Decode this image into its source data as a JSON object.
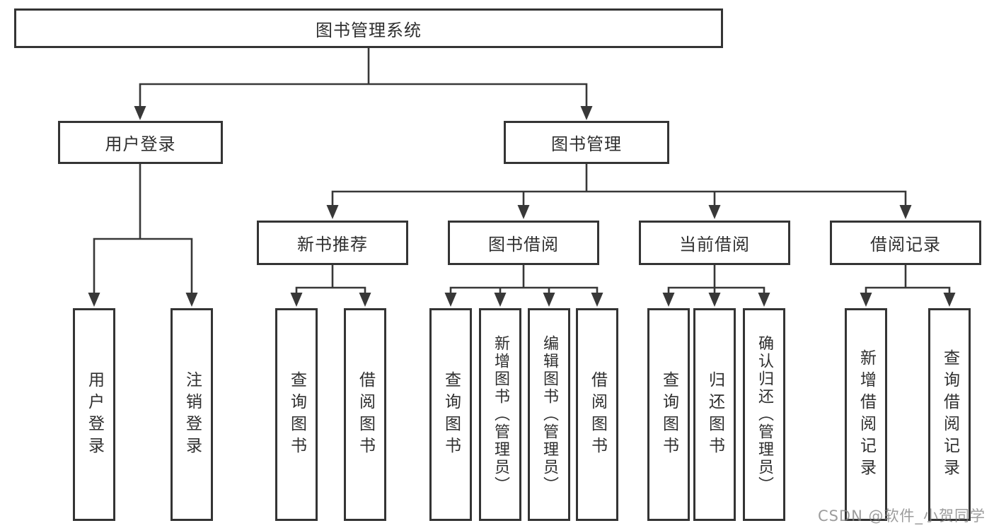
{
  "diagram_type": "hierarchy-tree",
  "hierarchy": {
    "label": "图书管理系统",
    "children": [
      {
        "label": "用户登录",
        "children": [
          {
            "label": "用户登录"
          },
          {
            "label": "注销登录"
          }
        ]
      },
      {
        "label": "图书管理",
        "children": [
          {
            "label": "新书推荐",
            "children": [
              {
                "label": "查询图书"
              },
              {
                "label": "借阅图书"
              }
            ]
          },
          {
            "label": "图书借阅",
            "children": [
              {
                "label": "查询图书"
              },
              {
                "label": "新增图书（管理员）"
              },
              {
                "label": "编辑图书（管理员）"
              },
              {
                "label": "借阅图书"
              }
            ]
          },
          {
            "label": "当前借阅",
            "children": [
              {
                "label": "查询图书"
              },
              {
                "label": "归还图书"
              },
              {
                "label": "确认归还（管理员）"
              }
            ]
          },
          {
            "label": "借阅记录",
            "children": [
              {
                "label": "新增借阅记录"
              },
              {
                "label": "查询借阅记录"
              }
            ]
          }
        ]
      }
    ]
  },
  "watermark": {
    "text": "CSDN @软件_小贺同学"
  },
  "colors": {
    "line": "#383838",
    "box_border": "#343434",
    "box_fill": "#ffffff",
    "text": "#2f2f2f",
    "watermark": "#808080",
    "background": "#ffffff"
  }
}
